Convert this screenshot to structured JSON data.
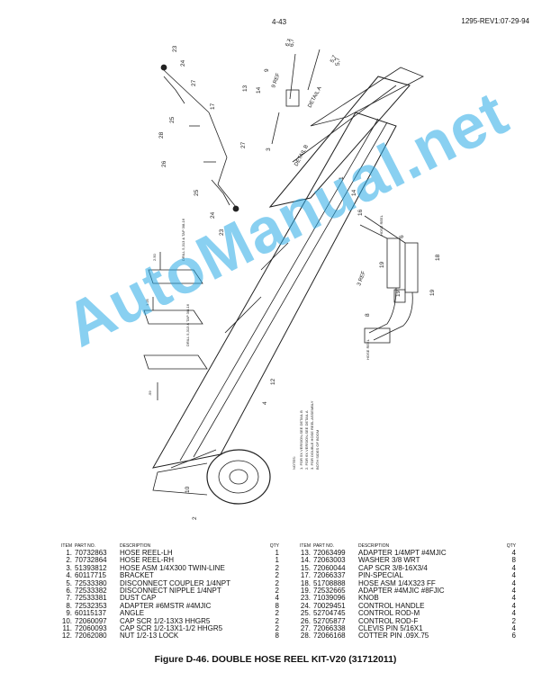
{
  "header": {
    "page_number": "4-43",
    "doc_revision": "1295-REV1:07-29-94"
  },
  "watermark": "AutoManual.net",
  "drawing": {
    "detail_a": "DETAIL A",
    "detail_b": "DETAIL B",
    "ref_9": "9 REF",
    "ref_3": "3 REF",
    "ref_67": "6,7",
    "ref_57": "5,7",
    "hose_reel_left": "HOSE REEL",
    "hose_reel_right": "HOSE REEL",
    "drill_spec_1": "DRILL 5,313 & TAP 3/8-16",
    "drill_spec_2": "DRILL 5,313 & TAP 3/8-16",
    "dim_1": "2.50",
    "dim_2": "1.25",
    "dim_3": ".59",
    "notes_title": "NOTES:",
    "note_1": "1. FOR 5X VERSION-SEE DETAIL B",
    "note_2": "2. FOR 6X VERSION-SEE DETAIL A",
    "note_3": "3. FOR DOUBLE HOSE REEL ASSEMBLY",
    "note_4": "BOTH SIDES OF BOOM",
    "callouts": [
      "23",
      "24",
      "27",
      "28",
      "25",
      "17",
      "26",
      "27",
      "25",
      "24",
      "23",
      "13",
      "14",
      "9",
      "6,7",
      "5,7",
      "3",
      "1",
      "14",
      "16",
      "6",
      "19",
      "18",
      "19",
      "19",
      "8",
      "4",
      "12",
      "2",
      "10"
    ]
  },
  "columns": {
    "item": "ITEM",
    "part_no": "PART NO.",
    "description": "DESCRIPTION",
    "qty": "QTY"
  },
  "parts_left": [
    {
      "item": "1.",
      "part": "70732863",
      "desc": "HOSE REEL-LH",
      "qty": "1"
    },
    {
      "item": "2.",
      "part": "70732864",
      "desc": "HOSE REEL-RH",
      "qty": "1"
    },
    {
      "item": "3.",
      "part": "51393812",
      "desc": "HOSE ASM 1/4X300 TWIN-LINE",
      "qty": "2"
    },
    {
      "item": "4.",
      "part": "60117715",
      "desc": "BRACKET",
      "qty": "2"
    },
    {
      "item": "5.",
      "part": "72533380",
      "desc": "DISCONNECT COUPLER 1/4NPT",
      "qty": "2"
    },
    {
      "item": "6.",
      "part": "72533382",
      "desc": "DISCONNECT NIPPLE 1/4NPT",
      "qty": "2"
    },
    {
      "item": "7.",
      "part": "72533381",
      "desc": "DUST CAP",
      "qty": "4"
    },
    {
      "item": "8.",
      "part": "72532353",
      "desc": "ADAPTER #6MSTR #4MJIC",
      "qty": "8"
    },
    {
      "item": "9.",
      "part": "60115137",
      "desc": "ANGLE",
      "qty": "2"
    },
    {
      "item": "10.",
      "part": "72060097",
      "desc": "CAP SCR 1/2-13X3 HHGR5",
      "qty": "2"
    },
    {
      "item": "11.",
      "part": "72060093",
      "desc": "CAP SCR 1/2-13X1-1/2 HHGR5",
      "qty": "2"
    },
    {
      "item": "12.",
      "part": "72062080",
      "desc": "NUT 1/2-13 LOCK",
      "qty": "8"
    }
  ],
  "parts_right": [
    {
      "item": "13.",
      "part": "72063499",
      "desc": "ADAPTER 1/4MPT #4MJIC",
      "qty": "4"
    },
    {
      "item": "14.",
      "part": "72063003",
      "desc": "WASHER 3/8 WRT",
      "qty": "8"
    },
    {
      "item": "15.",
      "part": "72060044",
      "desc": "CAP SCR 3/8-16X3/4",
      "qty": "4"
    },
    {
      "item": "17.",
      "part": "72066337",
      "desc": "PIN-SPECIAL",
      "qty": "4"
    },
    {
      "item": "18.",
      "part": "51708888",
      "desc": "HOSE ASM 1/4X323 FF",
      "qty": "4"
    },
    {
      "item": "19.",
      "part": "72532665",
      "desc": "ADAPTER #4MJIC #8FJIC",
      "qty": "4"
    },
    {
      "item": "23.",
      "part": "71039096",
      "desc": "KNOB",
      "qty": "4"
    },
    {
      "item": "24.",
      "part": "70029451",
      "desc": "CONTROL HANDLE",
      "qty": "4"
    },
    {
      "item": "25.",
      "part": "52704745",
      "desc": "CONTROL ROD-M",
      "qty": "4"
    },
    {
      "item": "26.",
      "part": "52705877",
      "desc": "CONTROL ROD-F",
      "qty": "2"
    },
    {
      "item": "27.",
      "part": "72066338",
      "desc": "CLEVIS PIN 5/16X1",
      "qty": "4"
    },
    {
      "item": "28.",
      "part": "72066168",
      "desc": "COTTER PIN .09X.75",
      "qty": "6"
    }
  ],
  "caption": "Figure D-46.  DOUBLE HOSE REEL KIT-V20 (31712011)"
}
